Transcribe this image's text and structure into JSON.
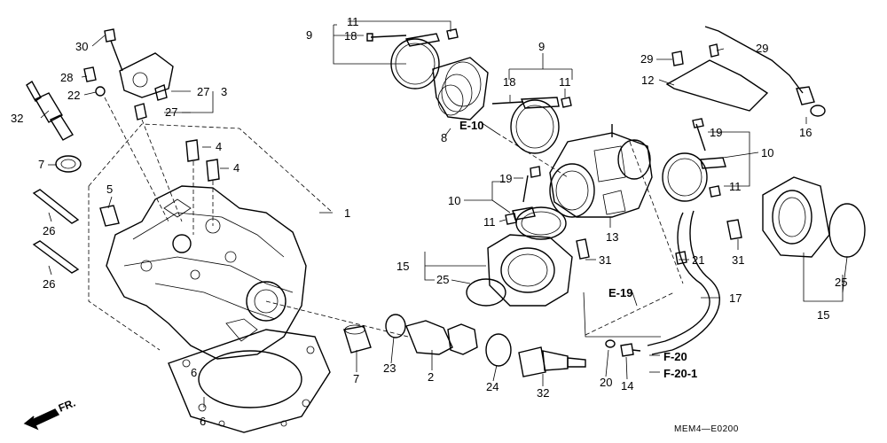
{
  "parts": [
    {
      "id": "p1",
      "label": "1"
    },
    {
      "id": "p2",
      "label": "2"
    },
    {
      "id": "p3",
      "label": "3"
    },
    {
      "id": "p4a",
      "label": "4"
    },
    {
      "id": "p4b",
      "label": "4"
    },
    {
      "id": "p5",
      "label": "5"
    },
    {
      "id": "p6a",
      "label": "6"
    },
    {
      "id": "p6b",
      "label": "6"
    },
    {
      "id": "p7a",
      "label": "7"
    },
    {
      "id": "p7b",
      "label": "7"
    },
    {
      "id": "p8",
      "label": "8"
    },
    {
      "id": "p9a",
      "label": "9"
    },
    {
      "id": "p9b",
      "label": "9"
    },
    {
      "id": "p10a",
      "label": "10"
    },
    {
      "id": "p10b",
      "label": "10"
    },
    {
      "id": "p11a",
      "label": "11"
    },
    {
      "id": "p11b",
      "label": "11"
    },
    {
      "id": "p11c",
      "label": "11"
    },
    {
      "id": "p11d",
      "label": "11"
    },
    {
      "id": "p12",
      "label": "12"
    },
    {
      "id": "p13",
      "label": "13"
    },
    {
      "id": "p14",
      "label": "14"
    },
    {
      "id": "p15a",
      "label": "15"
    },
    {
      "id": "p15b",
      "label": "15"
    },
    {
      "id": "p16",
      "label": "16"
    },
    {
      "id": "p17",
      "label": "17"
    },
    {
      "id": "p18a",
      "label": "18"
    },
    {
      "id": "p18b",
      "label": "18"
    },
    {
      "id": "p19a",
      "label": "19"
    },
    {
      "id": "p19b",
      "label": "19"
    },
    {
      "id": "p20",
      "label": "20"
    },
    {
      "id": "p21",
      "label": "21"
    },
    {
      "id": "p22",
      "label": "22"
    },
    {
      "id": "p23",
      "label": "23"
    },
    {
      "id": "p24",
      "label": "24"
    },
    {
      "id": "p25a",
      "label": "25"
    },
    {
      "id": "p25b",
      "label": "25"
    },
    {
      "id": "p26a",
      "label": "26"
    },
    {
      "id": "p26b",
      "label": "26"
    },
    {
      "id": "p27a",
      "label": "27"
    },
    {
      "id": "p27b",
      "label": "27"
    },
    {
      "id": "p28",
      "label": "28"
    },
    {
      "id": "p29a",
      "label": "29"
    },
    {
      "id": "p29b",
      "label": "29"
    },
    {
      "id": "p30",
      "label": "30"
    },
    {
      "id": "p31a",
      "label": "31"
    },
    {
      "id": "p31b",
      "label": "31"
    },
    {
      "id": "p32a",
      "label": "32"
    },
    {
      "id": "p32b",
      "label": "32"
    }
  ],
  "references": {
    "e10": "E-10",
    "e19": "E-19",
    "f20": "F-20",
    "f20_1": "F-20-1"
  },
  "direction_marker": "FR.",
  "diagram_code": "MEM4—E0200"
}
